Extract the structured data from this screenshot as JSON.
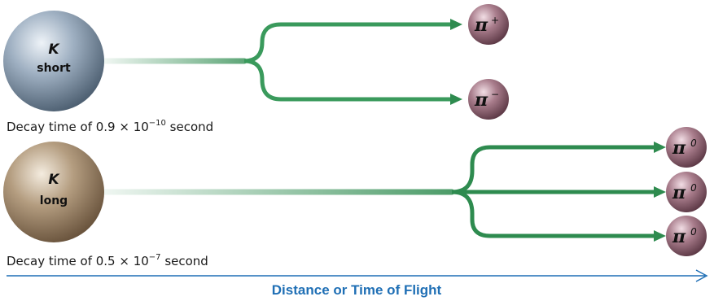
{
  "kaons": [
    {
      "symbol": "K",
      "label": "short",
      "decay_caption": "Decay time of 0.9 × 10",
      "decay_exp": "−10",
      "decay_unit": " second"
    },
    {
      "symbol": "K",
      "label": "long",
      "decay_caption": "Decay time of 0.5 × 10",
      "decay_exp": "−7",
      "decay_unit": " second"
    }
  ],
  "pions": [
    {
      "symbol": "π",
      "charge": "+"
    },
    {
      "symbol": "π",
      "charge": "−"
    },
    {
      "symbol": "π",
      "charge": "0"
    },
    {
      "symbol": "π",
      "charge": "0"
    },
    {
      "symbol": "π",
      "charge": "0"
    }
  ],
  "axis_label": "Distance or Time of Flight",
  "colors": {
    "track": "#2e8b4f",
    "axis": "#1f6fb5",
    "kaon_short": "#7f93a8",
    "kaon_long": "#a08768",
    "pion": "#8a5e6e"
  }
}
